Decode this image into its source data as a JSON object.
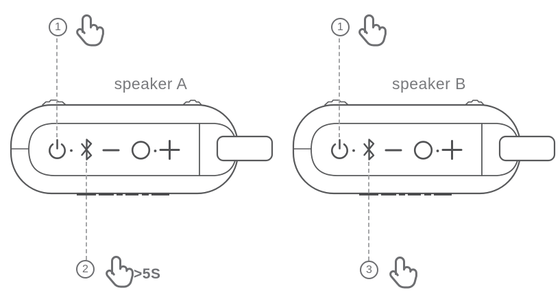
{
  "colors": {
    "background": "#ffffff",
    "outline": "#58595b",
    "button_glyphs": "#515254",
    "annotation": "#6d6e71",
    "label_text": "#797a7d",
    "leader_dots": "#a5a6a8",
    "logo_marks": "#4b4c4e"
  },
  "speaker_a": {
    "label": "speaker A",
    "buttons": [
      "power-icon",
      "bluetooth-icon",
      "volume-down-icon",
      "multifunction-icon",
      "volume-up-icon"
    ]
  },
  "speaker_b": {
    "label": "speaker B",
    "buttons": [
      "power-icon",
      "bluetooth-icon",
      "volume-down-icon",
      "multifunction-icon",
      "volume-up-icon"
    ]
  },
  "steps": {
    "a_top": {
      "number": "1"
    },
    "b_top": {
      "number": "1"
    },
    "a_bottom": {
      "number": "2",
      "hold_label": ">5S"
    },
    "b_bottom": {
      "number": "3"
    }
  }
}
